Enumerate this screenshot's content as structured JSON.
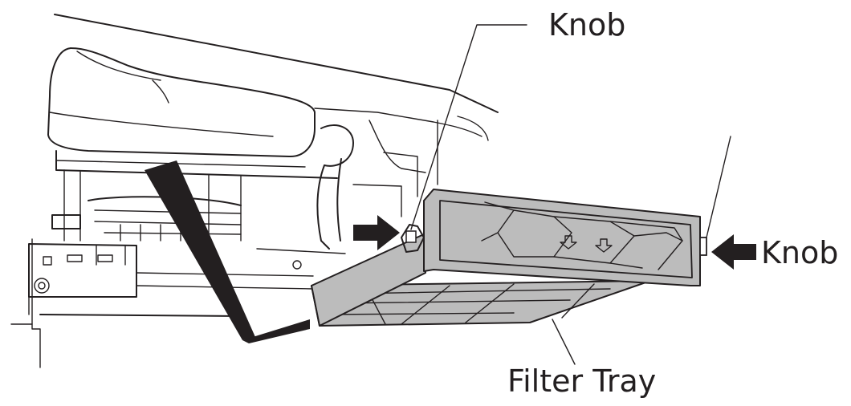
{
  "labels": {
    "knob_top": "Knob",
    "knob_right": "Knob",
    "filter_tray": "Filter Tray"
  },
  "colors": {
    "line": "#231f20",
    "tray_fill": "#bcbcbc",
    "background": "#ffffff"
  }
}
